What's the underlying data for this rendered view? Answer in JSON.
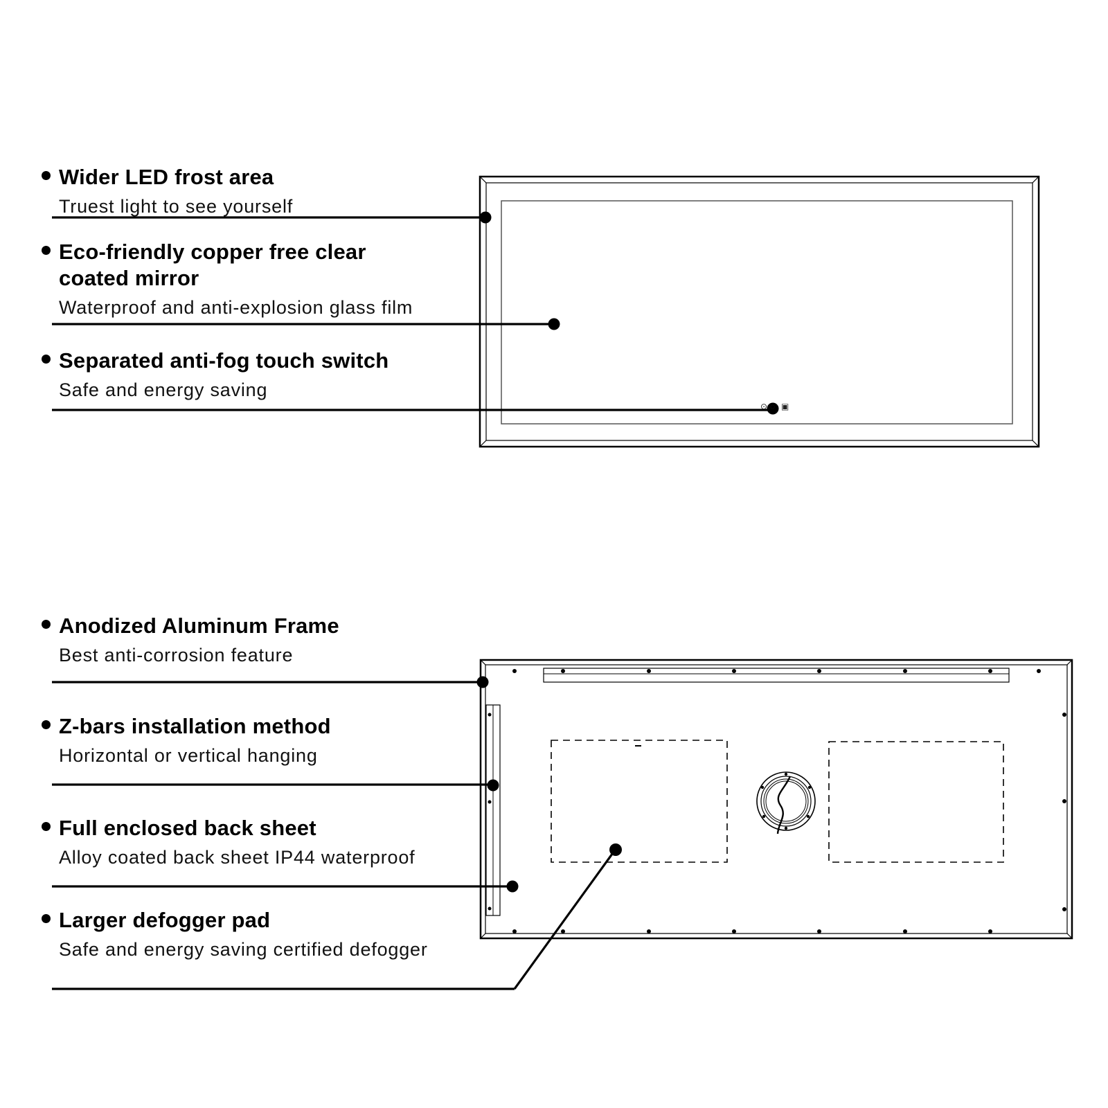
{
  "page": {
    "background": "#ffffff",
    "line_color": "#000000"
  },
  "features_front": [
    {
      "title": "Wider LED frost area",
      "subtitle": "Truest light to see yourself"
    },
    {
      "title": "Eco-friendly copper free clear",
      "title2": "coated mirror",
      "subtitle": "Waterproof and anti-explosion glass film"
    },
    {
      "title": "Separated anti-fog touch switch",
      "subtitle": "Safe and energy saving"
    }
  ],
  "features_back": [
    {
      "title": "Anodized Aluminum Frame",
      "subtitle": "Best anti-corrosion feature"
    },
    {
      "title": "Z-bars installation method",
      "subtitle": "Horizontal or vertical hanging"
    },
    {
      "title": "Full enclosed back sheet",
      "subtitle": "Alloy coated back sheet IP44 waterproof"
    },
    {
      "title": "Larger defogger pad",
      "subtitle": "Safe and energy saving certified defogger"
    }
  ],
  "front_view": {
    "icons": [
      {
        "name": "power-icon",
        "glyph": "⊙"
      },
      {
        "name": "light-icon",
        "glyph": "◌"
      },
      {
        "name": "defog-icon",
        "glyph": "▣"
      }
    ]
  }
}
